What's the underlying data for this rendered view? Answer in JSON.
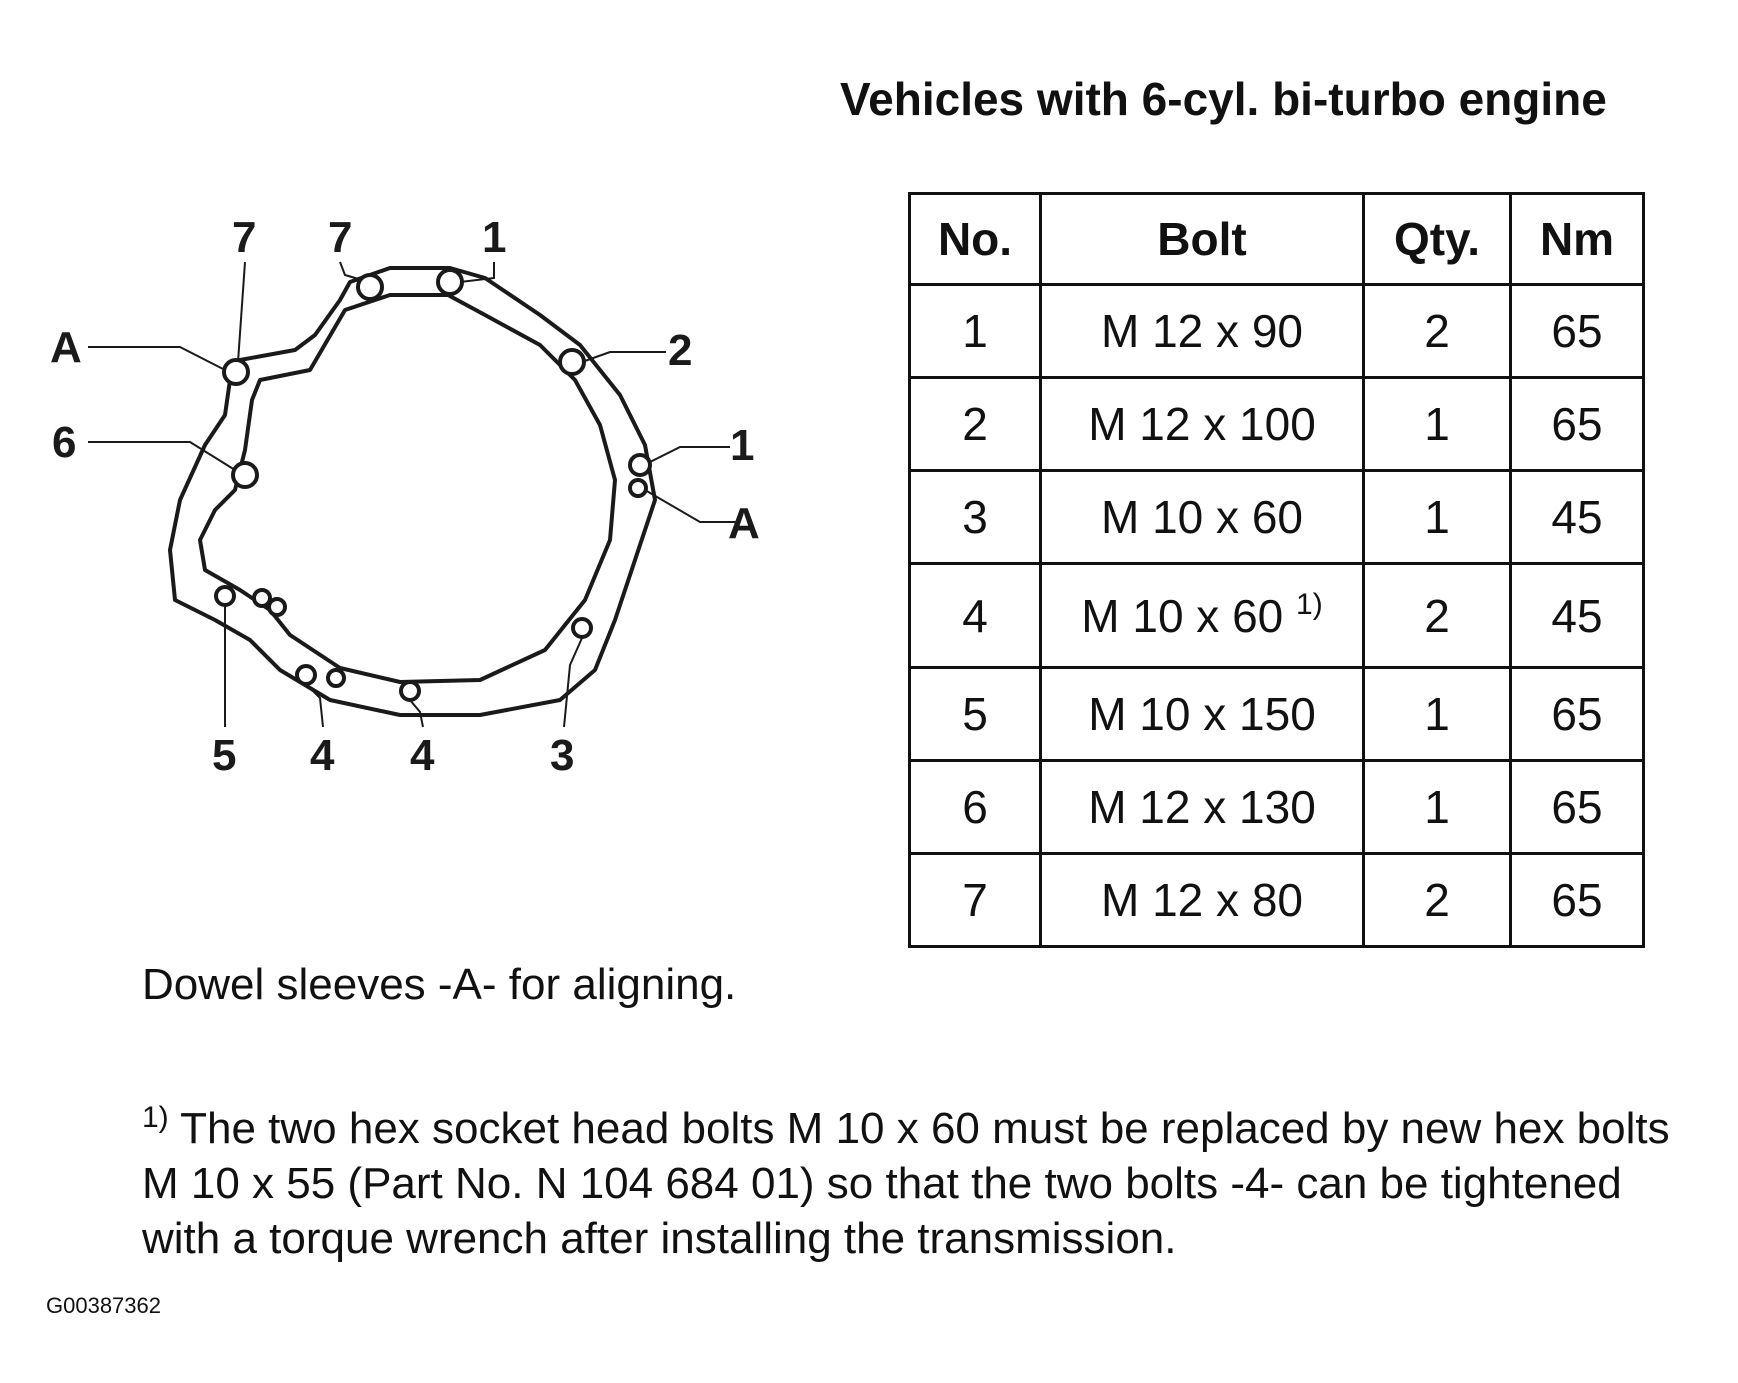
{
  "heading": "Vehicles with 6-cyl. bi-turbo engine",
  "table": {
    "headers": {
      "no": "No.",
      "bolt": "Bolt",
      "qty": "Qty.",
      "nm": "Nm"
    },
    "rows": [
      {
        "no": "1",
        "bolt": "M 12 x 90",
        "sup": "",
        "qty": "2",
        "nm": "65"
      },
      {
        "no": "2",
        "bolt": "M 12 x 100",
        "sup": "",
        "qty": "1",
        "nm": "65"
      },
      {
        "no": "3",
        "bolt": "M 10 x 60",
        "sup": "",
        "qty": "1",
        "nm": "45"
      },
      {
        "no": "4",
        "bolt": "M 10 x 60",
        "sup": "1)",
        "qty": "2",
        "nm": "45"
      },
      {
        "no": "5",
        "bolt": "M 10 x 150",
        "sup": "",
        "qty": "1",
        "nm": "65"
      },
      {
        "no": "6",
        "bolt": "M 12 x 130",
        "sup": "",
        "qty": "1",
        "nm": "65"
      },
      {
        "no": "7",
        "bolt": "M 12 x 80",
        "sup": "",
        "qty": "2",
        "nm": "65"
      }
    ]
  },
  "diagram_labels": {
    "l7a": "7",
    "l7b": "7",
    "l1top": "1",
    "l2": "2",
    "lA_left": "A",
    "l6": "6",
    "l1right": "1",
    "lA_right": "A",
    "l5": "5",
    "l4a": "4",
    "l4b": "4",
    "l3": "3"
  },
  "note": "Dowel sleeves -A- for aligning.",
  "footnote": {
    "marker": "1)",
    "text": " The two hex socket head bolts M 10 x 60 must be replaced by new hex bolts M 10 x 55 (Part No. N 104 684 01) so that the two bolts -4- can be tightened with a torque wrench after installing the transmission."
  },
  "figure_id": "G00387362"
}
